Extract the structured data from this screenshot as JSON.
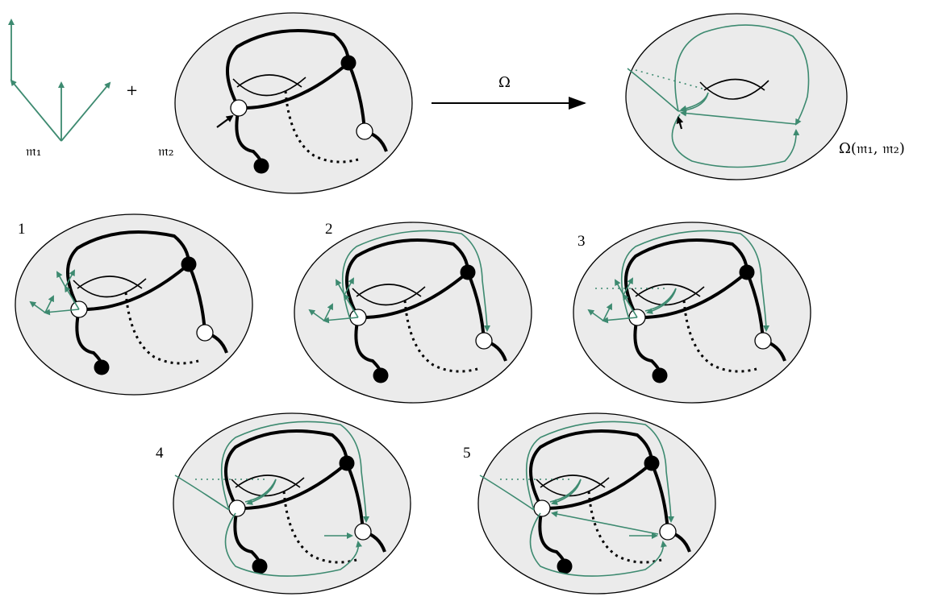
{
  "labels": {
    "m1": "𝔪₁",
    "plus": "+",
    "m2": "𝔪₂",
    "omega": "Ω",
    "result": "Ω(𝔪₁, 𝔪₂)"
  },
  "steps": [
    "1",
    "2",
    "3",
    "4",
    "5"
  ],
  "colors": {
    "surface": "#ebebeb",
    "graph": "#000000",
    "curve": "#3d8a70"
  }
}
